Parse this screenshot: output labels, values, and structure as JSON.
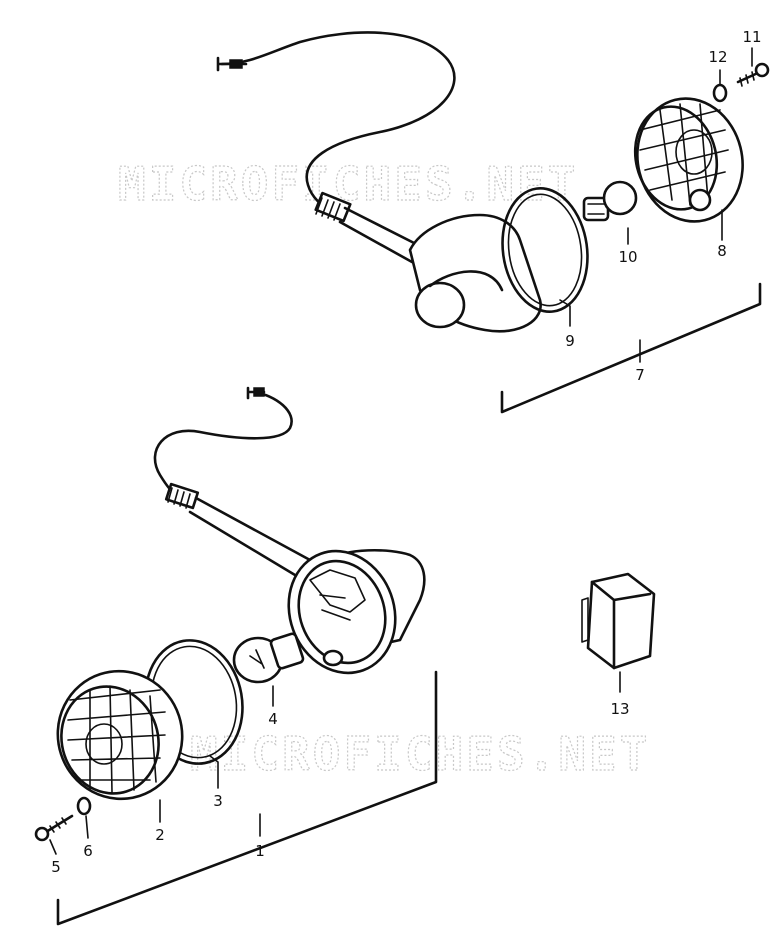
{
  "watermarks": [
    "MICROFICHES.NET",
    "MICROFICHES.NET"
  ],
  "callouts": [
    {
      "id": "c1",
      "label": "1"
    },
    {
      "id": "c2",
      "label": "2"
    },
    {
      "id": "c3",
      "label": "3"
    },
    {
      "id": "c4",
      "label": "4"
    },
    {
      "id": "c5",
      "label": "5"
    },
    {
      "id": "c6",
      "label": "6"
    },
    {
      "id": "c7",
      "label": "7"
    },
    {
      "id": "c8",
      "label": "8"
    },
    {
      "id": "c9",
      "label": "9"
    },
    {
      "id": "c10",
      "label": "10"
    },
    {
      "id": "c11",
      "label": "11"
    },
    {
      "id": "c12",
      "label": "12"
    },
    {
      "id": "c13",
      "label": "13"
    }
  ]
}
